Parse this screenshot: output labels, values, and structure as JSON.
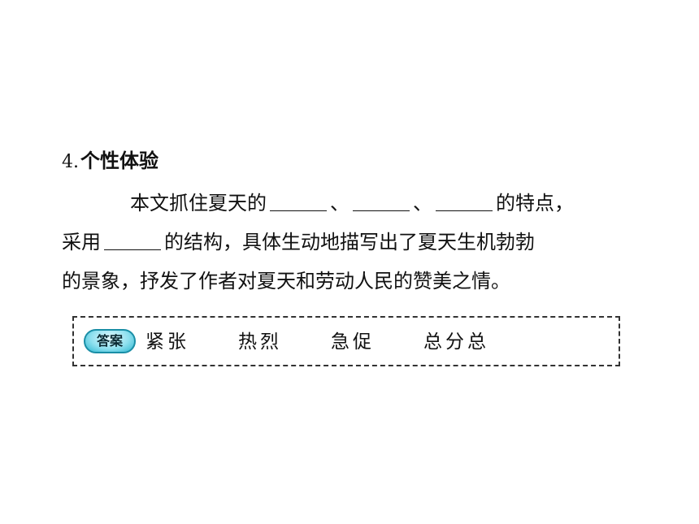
{
  "question": {
    "number": "4.",
    "title": "个性体验",
    "line1_text1": "本文抓住夏天的",
    "sep1": "、",
    "sep2": "、",
    "line1_text2": "的特点，",
    "line2_text1": "采用",
    "line2_text2": "的结构，具体生动地描写出了夏天生机勃勃",
    "line3": "的景象，抒发了作者对夏天和劳动人民的赞美之情。"
  },
  "answer": {
    "badge": "答案",
    "items": [
      "紧张",
      "热烈",
      "急促",
      "总分总"
    ]
  }
}
